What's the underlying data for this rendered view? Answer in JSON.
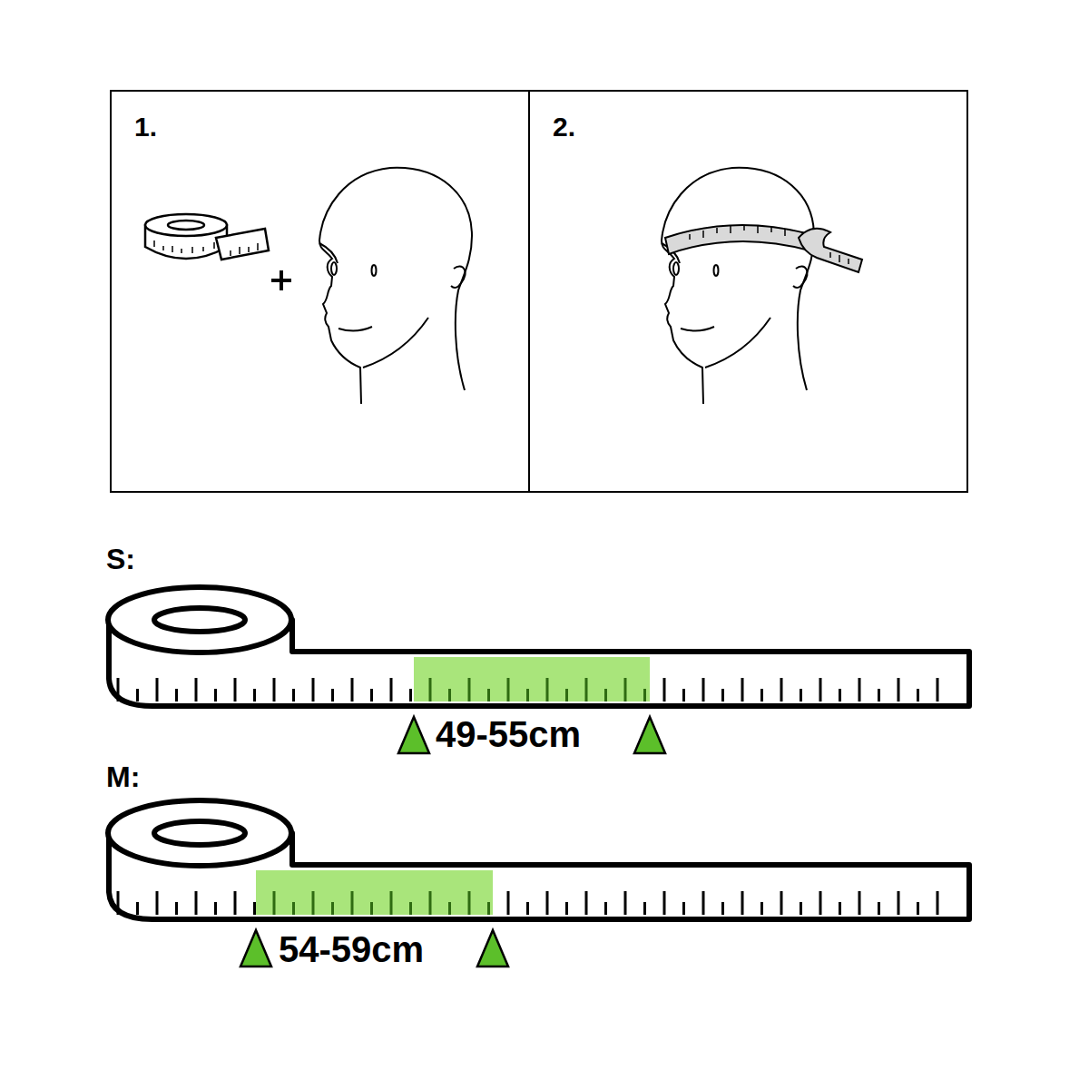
{
  "diagram": {
    "nodes": [
      {
        "text": [
          "1."
        ]
      },
      {
        "text": [
          "2."
        ]
      }
    ],
    "labels": [
      "S:",
      "49-55cm",
      "M:",
      "54-59cm"
    ]
  }
}
